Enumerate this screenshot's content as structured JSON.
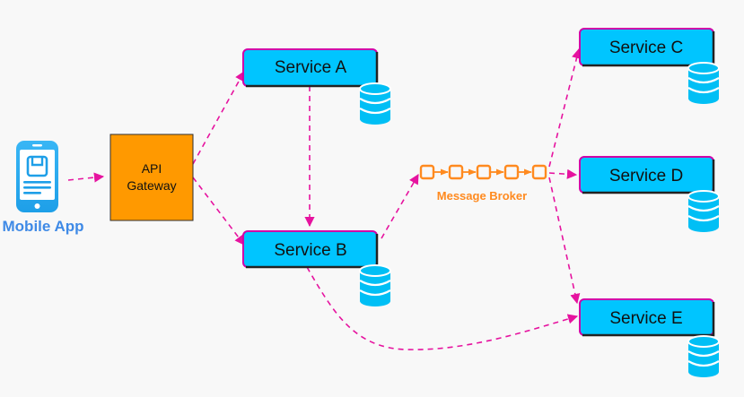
{
  "colors": {
    "service_fill": "#00c5ff",
    "service_border": "#d000a8",
    "gateway_fill": "#ff9900",
    "arrow": "#e6139f",
    "database": "#00bff5",
    "broker": "#ff8a1f",
    "mobile": "#2aa8f0",
    "mobile_label": "#3f8ae6"
  },
  "nodes": {
    "mobile_app": {
      "label": "Mobile App",
      "icon": "smartphone-icon"
    },
    "api_gateway": {
      "line1": "API",
      "line2": "Gateway"
    },
    "service_a": {
      "label": "Service A",
      "icon": "database-icon"
    },
    "service_b": {
      "label": "Service B",
      "icon": "database-icon"
    },
    "service_c": {
      "label": "Service C",
      "icon": "database-icon"
    },
    "service_d": {
      "label": "Service D",
      "icon": "database-icon"
    },
    "service_e": {
      "label": "Service E",
      "icon": "database-icon"
    },
    "message_broker": {
      "label": "Message Broker",
      "icon": "queue-icon"
    }
  },
  "edges": [
    {
      "from": "mobile_app",
      "to": "api_gateway"
    },
    {
      "from": "api_gateway",
      "to": "service_a"
    },
    {
      "from": "api_gateway",
      "to": "service_b"
    },
    {
      "from": "service_a",
      "to": "service_b"
    },
    {
      "from": "service_b",
      "to": "message_broker"
    },
    {
      "from": "message_broker",
      "to": "service_c"
    },
    {
      "from": "message_broker",
      "to": "service_d"
    },
    {
      "from": "message_broker",
      "to": "service_e"
    },
    {
      "from": "service_b",
      "to": "service_e"
    }
  ]
}
